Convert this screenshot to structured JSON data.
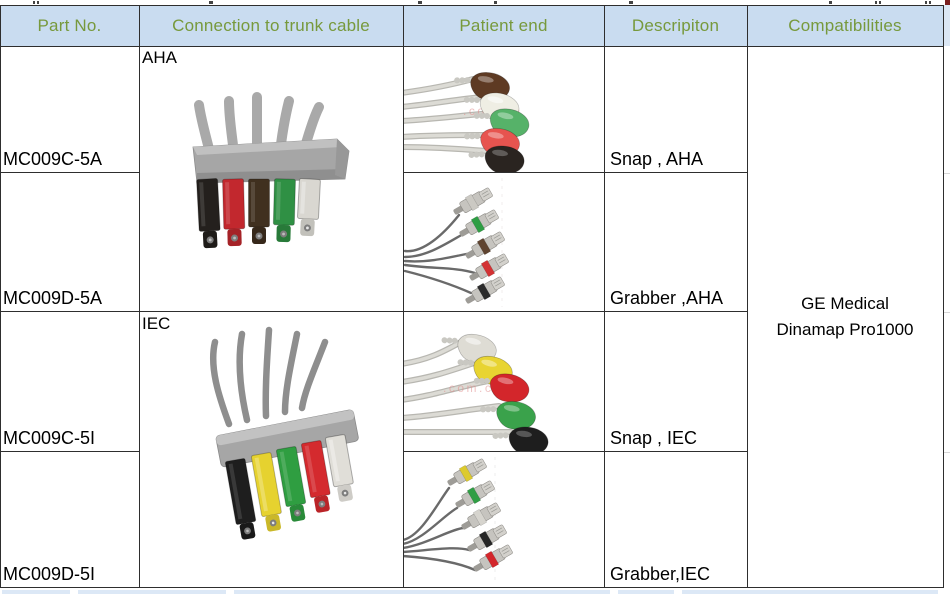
{
  "header": {
    "columns": [
      "Part No.",
      "Connection to trunk cable",
      "Patient end",
      "Descripiton",
      "Compatibilities"
    ]
  },
  "rows": {
    "part_numbers": [
      "MC009C-5A",
      "MC009D-5A",
      "MC009C-5I",
      "MC009D-5I"
    ],
    "descriptions": [
      "Snap , AHA",
      "Grabber ,AHA",
      "Snap , IEC",
      "Grabber,IEC"
    ]
  },
  "trunk_labels": {
    "aha": "AHA",
    "iec": "IEC"
  },
  "compatibility": {
    "line1": "GE Medical",
    "line2": "Dinamap Pro1000"
  },
  "watermark": {
    "text": ".com.cn"
  },
  "colors": {
    "header_bg": "#c9dcf0",
    "header_text": "#77993c",
    "grid_line": "#2e2e2e",
    "watermark_pink": "#e08a8a"
  },
  "images": {
    "trunk_aha": {
      "name": "AHA trunk connector photo",
      "lead_colors": [
        "#24201d",
        "#c2282e",
        "#40301f",
        "#2f9044",
        "#d9d7d1"
      ]
    },
    "trunk_iec": {
      "name": "IEC trunk connector photo",
      "lead_colors": [
        "#1e1e1e",
        "#e6d22f",
        "#2f9e41",
        "#d42a2e",
        "#e0ded8"
      ]
    },
    "snap_aha": {
      "colors": [
        "#5e3a23",
        "#efeee4",
        "#56b269",
        "#e7544f",
        "#2a2420"
      ]
    },
    "grabber_aha": {
      "colors": [
        "#cbc9c3",
        "#2f9e44",
        "#5f4430",
        "#d33234",
        "#2b2b2b"
      ]
    },
    "snap_iec": {
      "colors": [
        "#dedcd4",
        "#e8d431",
        "#d3262b",
        "#3aa24b",
        "#1e1e1e"
      ]
    },
    "grabber_iec": {
      "colors": [
        "#dcca2e",
        "#2f9e44",
        "#d6d4ce",
        "#262626",
        "#d3262b"
      ]
    }
  }
}
